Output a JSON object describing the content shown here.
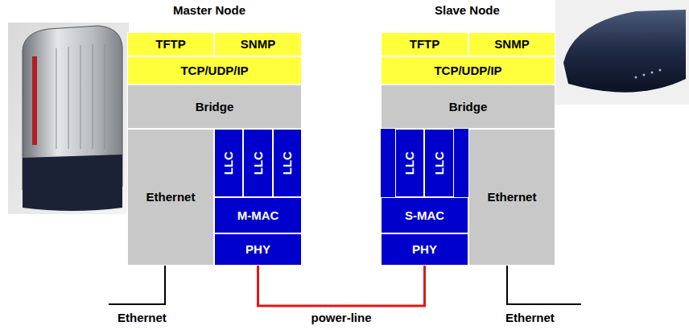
{
  "diagram": {
    "nodes": [
      {
        "text": [
          "TFTP"
        ]
      },
      {
        "text": [
          "SNMP"
        ]
      },
      {
        "text": [
          "TCP/UDP/IP"
        ]
      },
      {
        "text": [
          "Bridge"
        ]
      },
      {
        "text": [
          "Ethernet"
        ]
      },
      {
        "text": [
          "LLC"
        ]
      },
      {
        "text": [
          "LLC"
        ]
      },
      {
        "text": [
          "LLC"
        ]
      },
      {
        "text": [
          "M-MAC"
        ]
      },
      {
        "text": [
          "PHY"
        ]
      },
      {
        "text": [
          "TFTP"
        ]
      },
      {
        "text": [
          "SNMP"
        ]
      },
      {
        "text": [
          "TCP/UDP/IP"
        ]
      },
      {
        "text": [
          "Bridge"
        ]
      },
      {
        "text": [
          "LLC"
        ]
      },
      {
        "text": [
          "LLC"
        ]
      },
      {
        "text": [
          "S-MAC"
        ]
      },
      {
        "text": [
          "PHY"
        ]
      },
      {
        "text": [
          "Ethernet"
        ]
      }
    ],
    "edges": [
      {
        "from": 9,
        "to": 17,
        "label": "power-line",
        "arrow": "none"
      }
    ],
    "labels": [
      "Master Node",
      "Slave Node",
      "Ethernet",
      "Ethernet"
    ]
  }
}
